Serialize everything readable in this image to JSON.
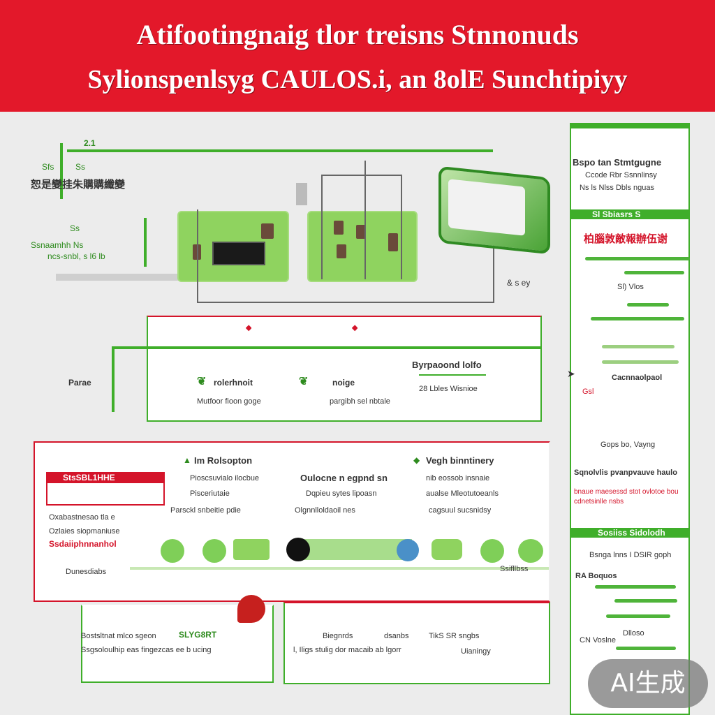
{
  "header": {
    "title_line1": "Atifootingnaig tlor treisns Stnnonuds",
    "title_line2": "Sylionspenlsyg CAULOS.i, an 8olE Sunchtipiyy",
    "accent_color": "#e3182a"
  },
  "top_diagram": {
    "label_number": "2.1",
    "label_a": "Sfs",
    "label_b": "Ss",
    "label_cn": "恕是變挂朱購購纖變",
    "label_c": "Ss",
    "label_d": "Ssnaamhh Ns",
    "label_e": "ncs-snbl, s l6 lb",
    "label_right": "& s ey"
  },
  "middle_panel": {
    "left_label": "Parae",
    "item1": "rolerhnoit",
    "item2": "noige",
    "item3_title": "Byrpaoond lolfo",
    "sub1": "Mutfoor fioon goge",
    "sub2": "pargibh sel nbtale",
    "sub3": "28 Lbles Wisnioe"
  },
  "lower_panel": {
    "tag": "StsSBL1HHE",
    "col1_title": "Im Rolsopton",
    "col1_l1": "Pioscsuvialo ilocbue",
    "col1_l2": "Pisceriutaie",
    "col1_l3": "Parsckl snbeitie pdie",
    "col2_title": "Oulocne n egpnd sn",
    "col2_l1": "Dqpieu sytes lipoasn",
    "col2_l2": "Olgnnlloldaoil nes",
    "col3_title": "Vegh binntinery",
    "col3_l1": "nib eossob insnaie",
    "col3_l2": "aualse Mleotutoeanls",
    "col3_l3": "cagsuul sucsnidsy",
    "left_l1": "Oxabastnesao tla e",
    "left_l2": "Ozlaies siopmaniuse",
    "left_l3": "Ssdaiiphnnanhol",
    "scale_left": "Dunesdiabs",
    "scale_right": "Ssifllbss",
    "dot_colors": [
      "#7fcf58",
      "#111111",
      "#4a90c8"
    ]
  },
  "bottom_boxes": {
    "left_l1": "Bostsltnat mlco sgeon",
    "left_l2": "Ssgsoloulhip eas fingezcas ee b ucing",
    "left_code": "SLYG8RT",
    "right_l1": "Biegnrds",
    "right_l2": "dsanbs",
    "right_l3": "TikS SR sngbs",
    "right_l4": "l, Iligs stulig dor macaib ab lgorr",
    "right_l5": "Uianingy"
  },
  "sidebar": {
    "title": "Bspo tan Stmtgugne",
    "sub1": "Ccode Rbr Ssnnlinsy",
    "sub2": "Ns ls Nlss Dbls nguas",
    "section1": "Sl Sbiasrs S",
    "red_heading": "柏腦敦敵報辦伍谢",
    "label1": "Sl) Vlos",
    "arrow_label": "Cacnnaolpaol",
    "arrow_sub": "Gsl",
    "label2": "Gops bo, Vayng",
    "label3": "Sqnolvlis pvanpvauve haulo",
    "red_lines": "bnaue maesessd stot ovlotoe bou cdnetsinlle nsbs",
    "section2": "Sosiiss Sidolodh",
    "label4": "Bsnga lnns I DSIR goph",
    "label5": "RA Boquos",
    "label6": "CN Voslne",
    "label7": "Dlloso"
  },
  "watermark": "AI生成"
}
